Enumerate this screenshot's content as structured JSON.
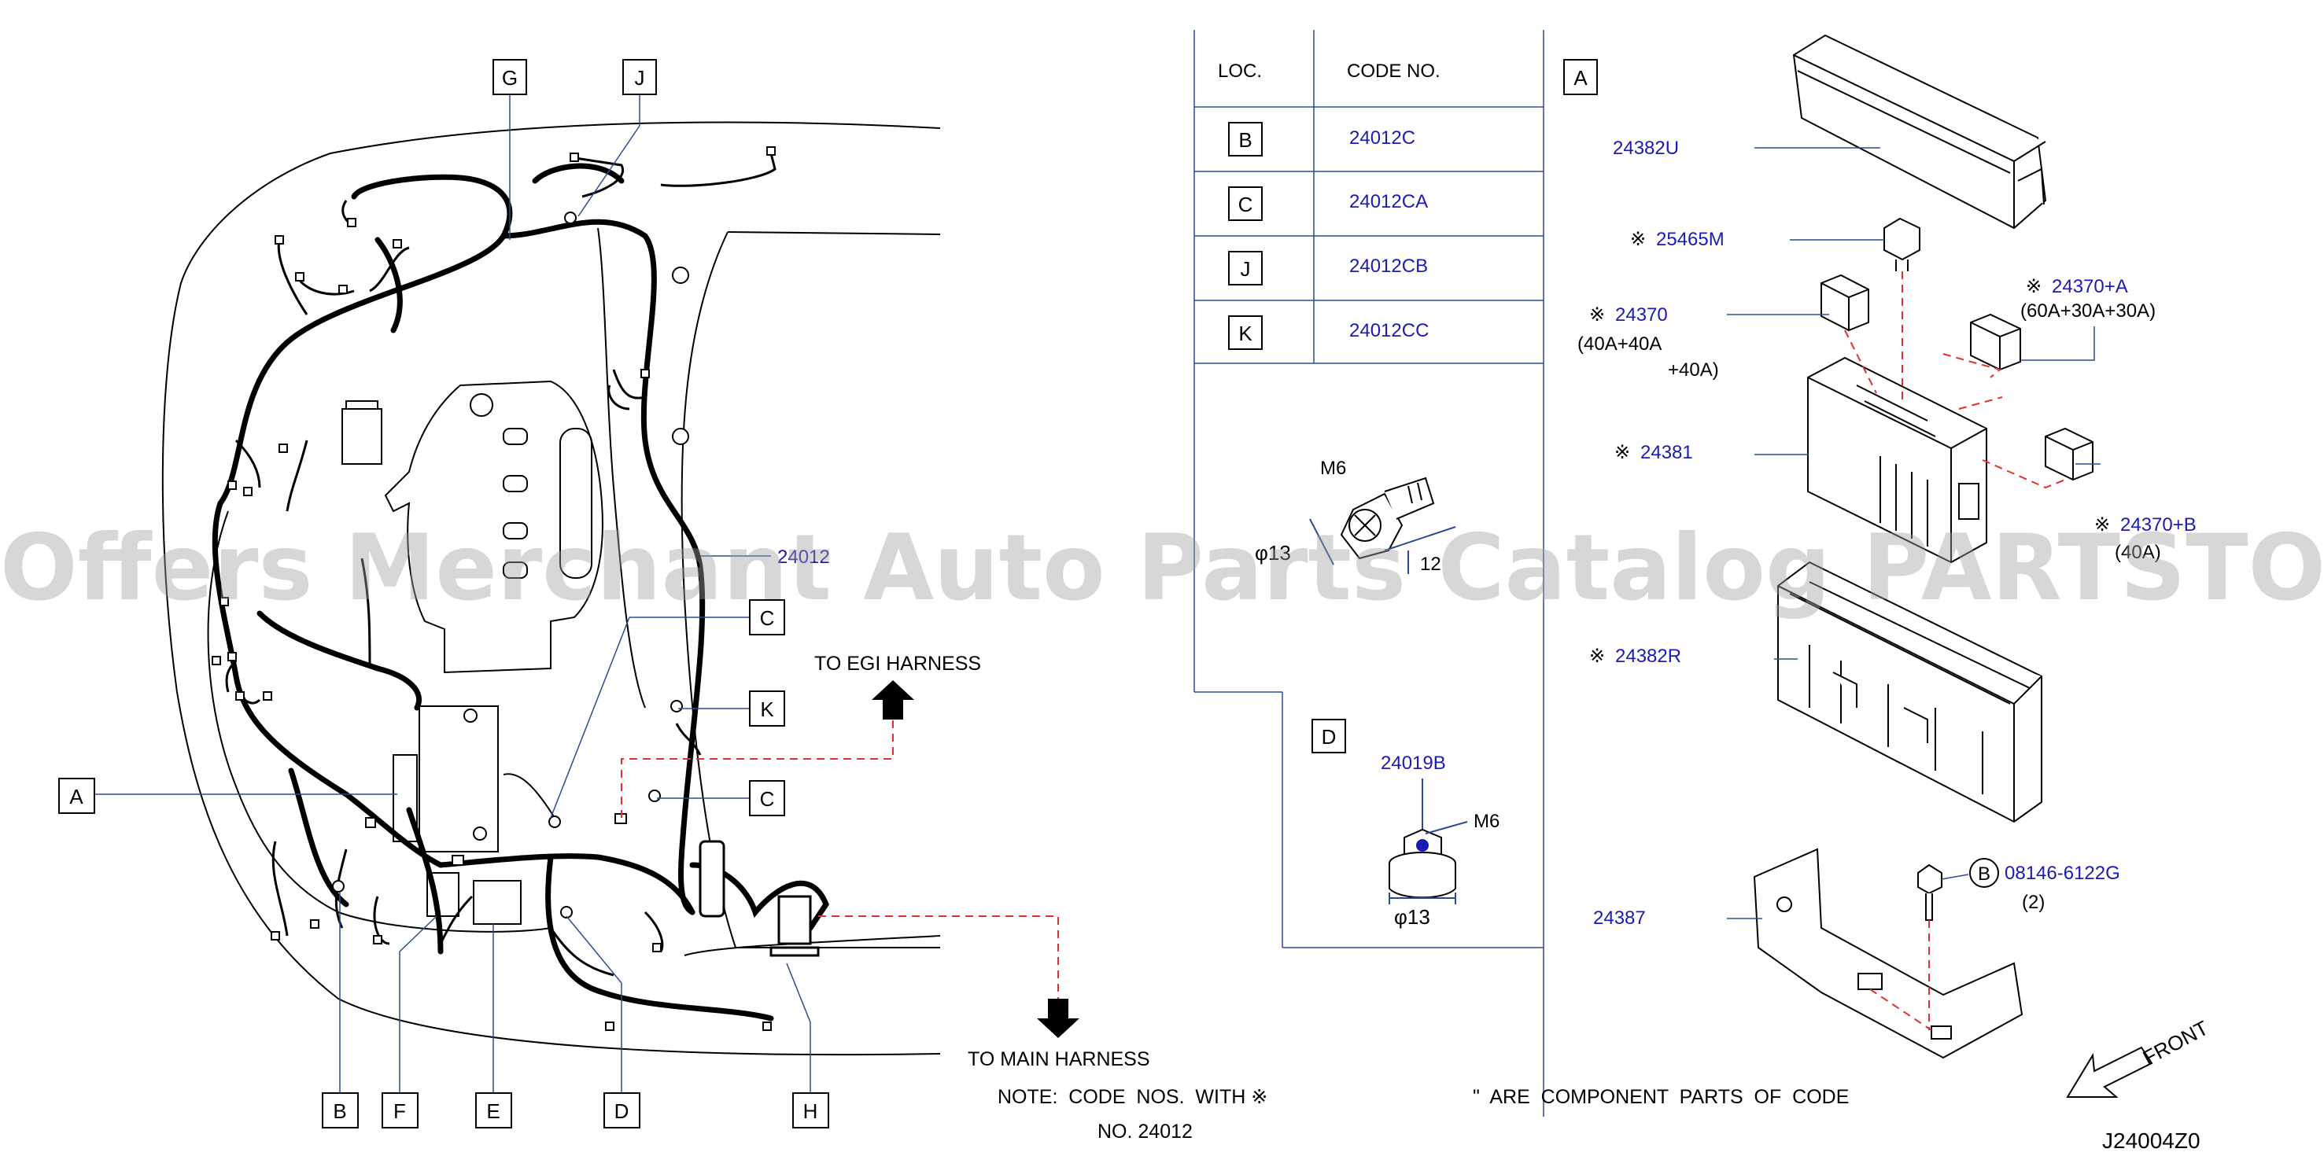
{
  "colors": {
    "line": "#000000",
    "part_number": "#1a1ab4",
    "leader": "#2a4d8f",
    "dashed": "#e03030",
    "watermark": "#a0a0a0"
  },
  "watermark": "Offers Merchant Auto Parts Catalog PARTSTORE.SA",
  "left_view": {
    "locators": [
      "G",
      "J",
      "A",
      "B",
      "F",
      "E",
      "D",
      "H",
      "C",
      "K",
      "C"
    ],
    "harness_part": "24012",
    "to_egi": "TO  EGI  HARNESS",
    "to_main": "TO  MAIN  HARNESS"
  },
  "table": {
    "headers": {
      "loc": "LOC.",
      "code": "CODE  NO."
    },
    "rows": [
      {
        "loc": "B",
        "code": "24012C"
      },
      {
        "loc": "C",
        "code": "24012CA"
      },
      {
        "loc": "J",
        "code": "24012CB"
      },
      {
        "loc": "K",
        "code": "24012CC"
      }
    ],
    "bolt": {
      "thread": "M6",
      "diameter": "φ13",
      "length": "12"
    },
    "nut_box": {
      "label": "D",
      "part": "24019B",
      "thread": "M6",
      "diameter": "φ13"
    }
  },
  "fuse_box": {
    "view_label": "A",
    "parts": [
      {
        "mark": "",
        "code": "24382U",
        "note": ""
      },
      {
        "mark": "※",
        "code": "25465M",
        "note": ""
      },
      {
        "mark": "※",
        "code": "24370",
        "note": "(40A+40A",
        "note2": "+40A)"
      },
      {
        "mark": "※",
        "code": "24370+A",
        "note": "(60A+30A+30A)"
      },
      {
        "mark": "※",
        "code": "24381",
        "note": ""
      },
      {
        "mark": "※",
        "code": "24370+B",
        "note": "(40A)"
      },
      {
        "mark": "※",
        "code": "24382R",
        "note": ""
      },
      {
        "mark": "",
        "code": "24387",
        "note": ""
      }
    ],
    "bolt": {
      "loc": "B",
      "code": "08146-6122G",
      "qty": "(2)"
    },
    "front": "FRONT"
  },
  "note": {
    "text1": "NOTE:  CODE  NOS.  WITH ※",
    "text2": "\"  ARE  COMPONENT  PARTS  OF  CODE",
    "text3": "NO.  24012"
  },
  "diagram_id": "J24004Z0"
}
